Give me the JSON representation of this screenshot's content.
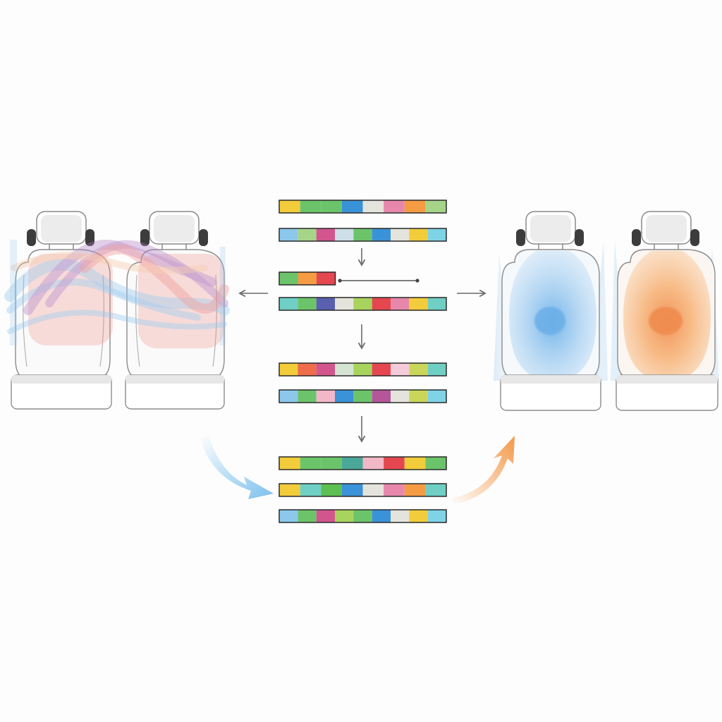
{
  "palette": {
    "yellow": "#f2cc3a",
    "green": "#6cc46a",
    "lightgreen": "#a6d58a",
    "blue": "#3a92d8",
    "lightblue": "#8cc8ec",
    "cream": "#e4e4dc",
    "pink": "#e787ab",
    "magenta": "#d2558e",
    "orange": "#f49b43",
    "red": "#e4474f",
    "coral": "#ee6d4a",
    "teal": "#6fcfc4",
    "cyan": "#7fd3e6",
    "indigo": "#5a5fb0",
    "lime": "#a8d35c",
    "teal2": "#4aa89a",
    "olive": "#c9d65a",
    "purple": "#b6569a",
    "sage": "#d5e3d2",
    "palepink": "#f2b8c8",
    "lightpink": "#f4cbd8",
    "darkgreen": "#5cbf52",
    "grayblue": "#cfdfe9"
  },
  "bars": [
    {
      "segments": [
        "yellow",
        "green",
        "green",
        "blue",
        "cream",
        "pink",
        "orange",
        "lightgreen"
      ]
    },
    {
      "segments": [
        "lightblue",
        "lightgreen",
        "magenta",
        "grayblue",
        "green",
        "blue",
        "cream",
        "yellow",
        "cyan"
      ]
    },
    {
      "segments": [
        "green",
        "orange",
        "red"
      ],
      "connector": true
    },
    {
      "segments": [
        "teal",
        "green",
        "indigo",
        "cream",
        "lime",
        "red",
        "pink",
        "yellow",
        "teal"
      ]
    },
    {
      "segments": [
        "yellow",
        "coral",
        "magenta",
        "sage",
        "lime",
        "red",
        "lightpink",
        "olive",
        "teal"
      ]
    },
    {
      "segments": [
        "lightblue",
        "green",
        "palepink",
        "blue",
        "green",
        "purple",
        "cream",
        "olive",
        "cyan"
      ]
    },
    {
      "segments": [
        "yellow",
        "green",
        "green",
        "teal2",
        "palepink",
        "red",
        "yellow",
        "green"
      ]
    },
    {
      "segments": [
        "yellow",
        "teal",
        "darkgreen",
        "blue",
        "cream",
        "pink",
        "orange",
        "teal"
      ]
    },
    {
      "segments": [
        "lightblue",
        "green",
        "magenta",
        "lime",
        "green",
        "blue",
        "cream",
        "yellow",
        "cyan"
      ]
    }
  ],
  "seats_left": {
    "wave_colors": [
      "#8ec3ea",
      "#b07cc4",
      "#ef8a84",
      "#f3c4a0"
    ]
  },
  "seats_right": {
    "fills": [
      "#9ecbf0",
      "#f6ab6a"
    ],
    "cores": [
      "#6db2ea",
      "#f28e52"
    ]
  },
  "curved_arrows": {
    "in_color": "#7cc0ee",
    "out_color": "#f49848"
  }
}
